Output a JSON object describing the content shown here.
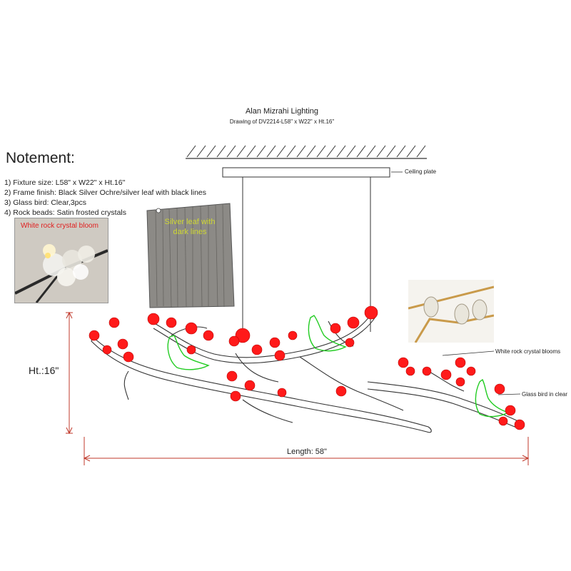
{
  "header": {
    "title": "Alan Mizrahi Lighting",
    "subtitle": "Drawing of DV2214-L58\" x W22\" x Ht.16\""
  },
  "notes": {
    "heading": "Notement:",
    "items": [
      "1) Fixture size: L58\" x W22\" x Ht.16\"",
      "2) Frame finish:  Black Silver Ochre/silver leaf with black lines",
      "3) Glass bird: Clear,3pcs",
      "4) Rock beads: Satin frosted crystals"
    ]
  },
  "photos": {
    "crystal_caption": "White rock crystal bloom",
    "leaf_caption_line1": "Silver leaf with",
    "leaf_caption_line2": "dark lines"
  },
  "callouts": {
    "ceiling_plate": "Ceiling plate",
    "blooms": "White rock crystal blooms",
    "bird": "Glass bird in clear"
  },
  "dimensions": {
    "height": "Ht.:16\"",
    "length": "Length: 58\""
  },
  "colors": {
    "bloom": "#ff1a1a",
    "bird": "#22cc22",
    "dimension": "#c0392b",
    "outline": "#333333"
  }
}
